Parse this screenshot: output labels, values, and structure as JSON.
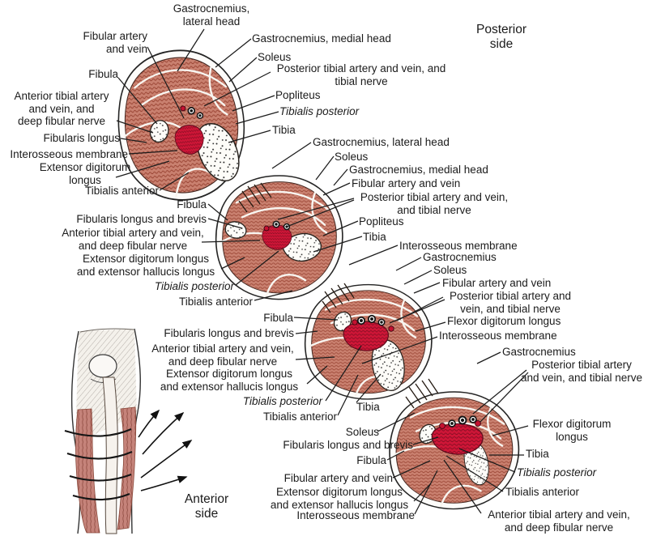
{
  "headers": {
    "posterior": "Posterior\nside",
    "anterior": "Anterior\nside"
  },
  "s1": {
    "gastrocnemius_lateral": "Gastrocnemius,\nlateral head",
    "fibular_artery_vein": "Fibular artery\nand vein",
    "fibula": "Fibula",
    "anterior_tibial": "Anterior tibial artery\nand vein, and\ndeep fibular nerve",
    "fibularis_longus": "Fibularis longus",
    "interosseous_membrane": "Interosseous membrane",
    "extensor_digitorum": "Extensor digitorum\nlongus",
    "tibialis_anterior": "Tibialis anterior",
    "gastrocnemius_medial": "Gastrocnemius, medial head",
    "soleus": "Soleus",
    "posterior_tibial": "Posterior tibial artery and vein, and\ntibial nerve",
    "popliteus": "Popliteus",
    "tibialis_posterior": "Tibialis posterior",
    "tibia": "Tibia"
  },
  "s2": {
    "gastrocnemius_lateral": "Gastrocnemius, lateral head",
    "soleus": "Soleus",
    "gastrocnemius_medial": "Gastrocnemius, medial head",
    "fibular_artery_vein": "Fibular artery and vein",
    "posterior_tibial": "Posterior tibial artery and vein,\nand tibial nerve",
    "popliteus": "Popliteus",
    "tibia": "Tibia",
    "interosseous_membrane": "Interosseous membrane",
    "fibula": "Fibula",
    "fibularis_longus_brevis": "Fibularis longus and brevis",
    "anterior_tibial": "Anterior tibial artery and vein,\nand deep fibular nerve",
    "extensor_digitorum": "Extensor digitorum longus\nand extensor hallucis longus",
    "tibialis_posterior": "Tibialis posterior",
    "tibialis_anterior": "Tibialis anterior"
  },
  "s3": {
    "fibula": "Fibula",
    "fibularis_longus_brevis": "Fibularis longus and brevis",
    "anterior_tibial": "Anterior tibial artery and vein,\nand deep fibular nerve",
    "extensor_digitorum": "Extensor digitorum longus\nand extensor hallucis longus",
    "tibialis_posterior": "Tibialis posterior",
    "tibialis_anterior": "Tibialis anterior",
    "tibia": "Tibia",
    "gastrocnemius": "Gastrocnemius",
    "soleus": "Soleus",
    "fibular_artery_vein": "Fibular artery and vein",
    "posterior_tibial": "Posterior tibial artery and\nvein, and tibial nerve",
    "flexor_digitorum": "Flexor digitorum longus",
    "interosseous_membrane": "Interosseous membrane"
  },
  "s4": {
    "soleus": "Soleus",
    "fibularis_longus_brevis": "Fibularis longus and brevis",
    "fibula": "Fibula",
    "fibular_artery_vein": "Fibular artery and vein",
    "extensor_digitorum": "Extensor digitorum longus\nand extensor hallucis longus",
    "interosseous_membrane": "Interosseous membrane",
    "gastrocnemius": "Gastrocnemius",
    "posterior_tibial": "Posterior tibial artery\nand vein, and tibial nerve",
    "flexor_digitorum": "Flexor digitorum\nlongus",
    "tibia": "Tibia",
    "tibialis_posterior": "Tibialis posterior",
    "tibialis_anterior": "Tibialis anterior",
    "anterior_tibial": "Anterior tibial artery and vein,\nand deep fibular nerve"
  },
  "palette": {
    "muscle": "#c9806f",
    "muscle_hatch": "#96402f",
    "highlight": "#ce1637",
    "highlight_hatch": "#7e0c21",
    "bone": "#fdfcf8",
    "outline": "#222222"
  }
}
